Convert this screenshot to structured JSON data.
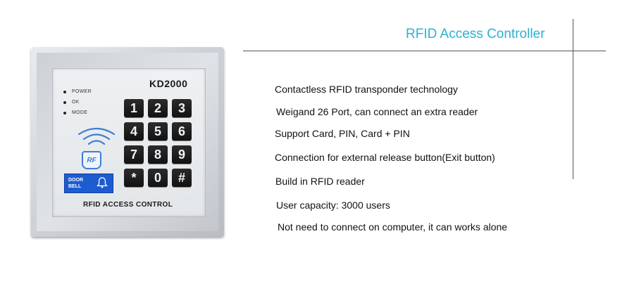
{
  "header": {
    "title": "RFID Access Controller"
  },
  "device": {
    "model": "KD2000",
    "indicators": [
      "POWER",
      "OK",
      "MODE"
    ],
    "rf_label": "RF",
    "doorbell_lines": [
      "DOOR",
      "BELL"
    ],
    "keys": [
      "1",
      "2",
      "3",
      "4",
      "5",
      "6",
      "7",
      "8",
      "9",
      "*",
      "0",
      "#"
    ],
    "label": "RFID ACCESS CONTROL"
  },
  "features": [
    "Contactless RFID transponder technology",
    "Weigand 26 Port, can connect an extra reader",
    "Support Card, PIN, Card + PIN",
    "Connection for external release button(Exit button)",
    "Build in RFID reader",
    "User capacity: 3000 users",
    "Not need to connect on computer, it can works alone"
  ],
  "colors": {
    "title": "#2bb3cf",
    "doorbell": "#1d5bd1",
    "rf_icon": "#3d7fd6",
    "keys": "#1a1a1a"
  }
}
